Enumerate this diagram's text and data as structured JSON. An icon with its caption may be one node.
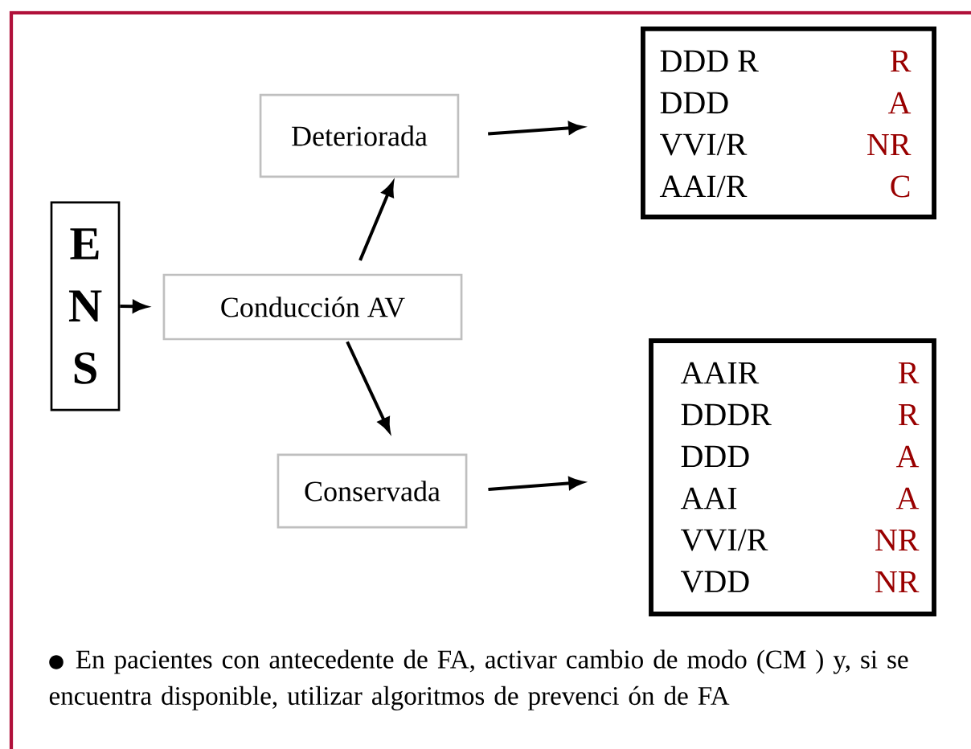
{
  "diagram": {
    "nodes": [
      {
        "text": [
          "E N S"
        ]
      },
      {
        "text": [
          "Conducción AV"
        ]
      },
      {
        "text": [
          "Deteriorada"
        ]
      },
      {
        "text": [
          "Conservada"
        ]
      },
      {
        "text": [
          "DDD R",
          "R",
          "DDD",
          "A",
          "VVI/R",
          "NR",
          "AAI/R",
          "C"
        ]
      },
      {
        "text": [
          "AAIR",
          "R",
          "DDDR",
          "R",
          "DDD",
          "A",
          "AAI",
          "A",
          "VVI/R",
          "NR",
          "VDD",
          "NR"
        ]
      }
    ],
    "edges": [
      {
        "from": 0,
        "to": 1,
        "arrow": "to"
      },
      {
        "from": 1,
        "to": 2,
        "arrow": "to"
      },
      {
        "from": 1,
        "to": 3,
        "arrow": "to"
      },
      {
        "from": 2,
        "to": 4,
        "arrow": "to"
      },
      {
        "from": 3,
        "to": 5,
        "arrow": "to"
      }
    ],
    "labels": [
      "En pacientes con antecedente de FA, activar cambio de modo (CM ) y, si se encuentra disponible, utilizar algoritmos de prevenci ón de FA"
    ]
  }
}
